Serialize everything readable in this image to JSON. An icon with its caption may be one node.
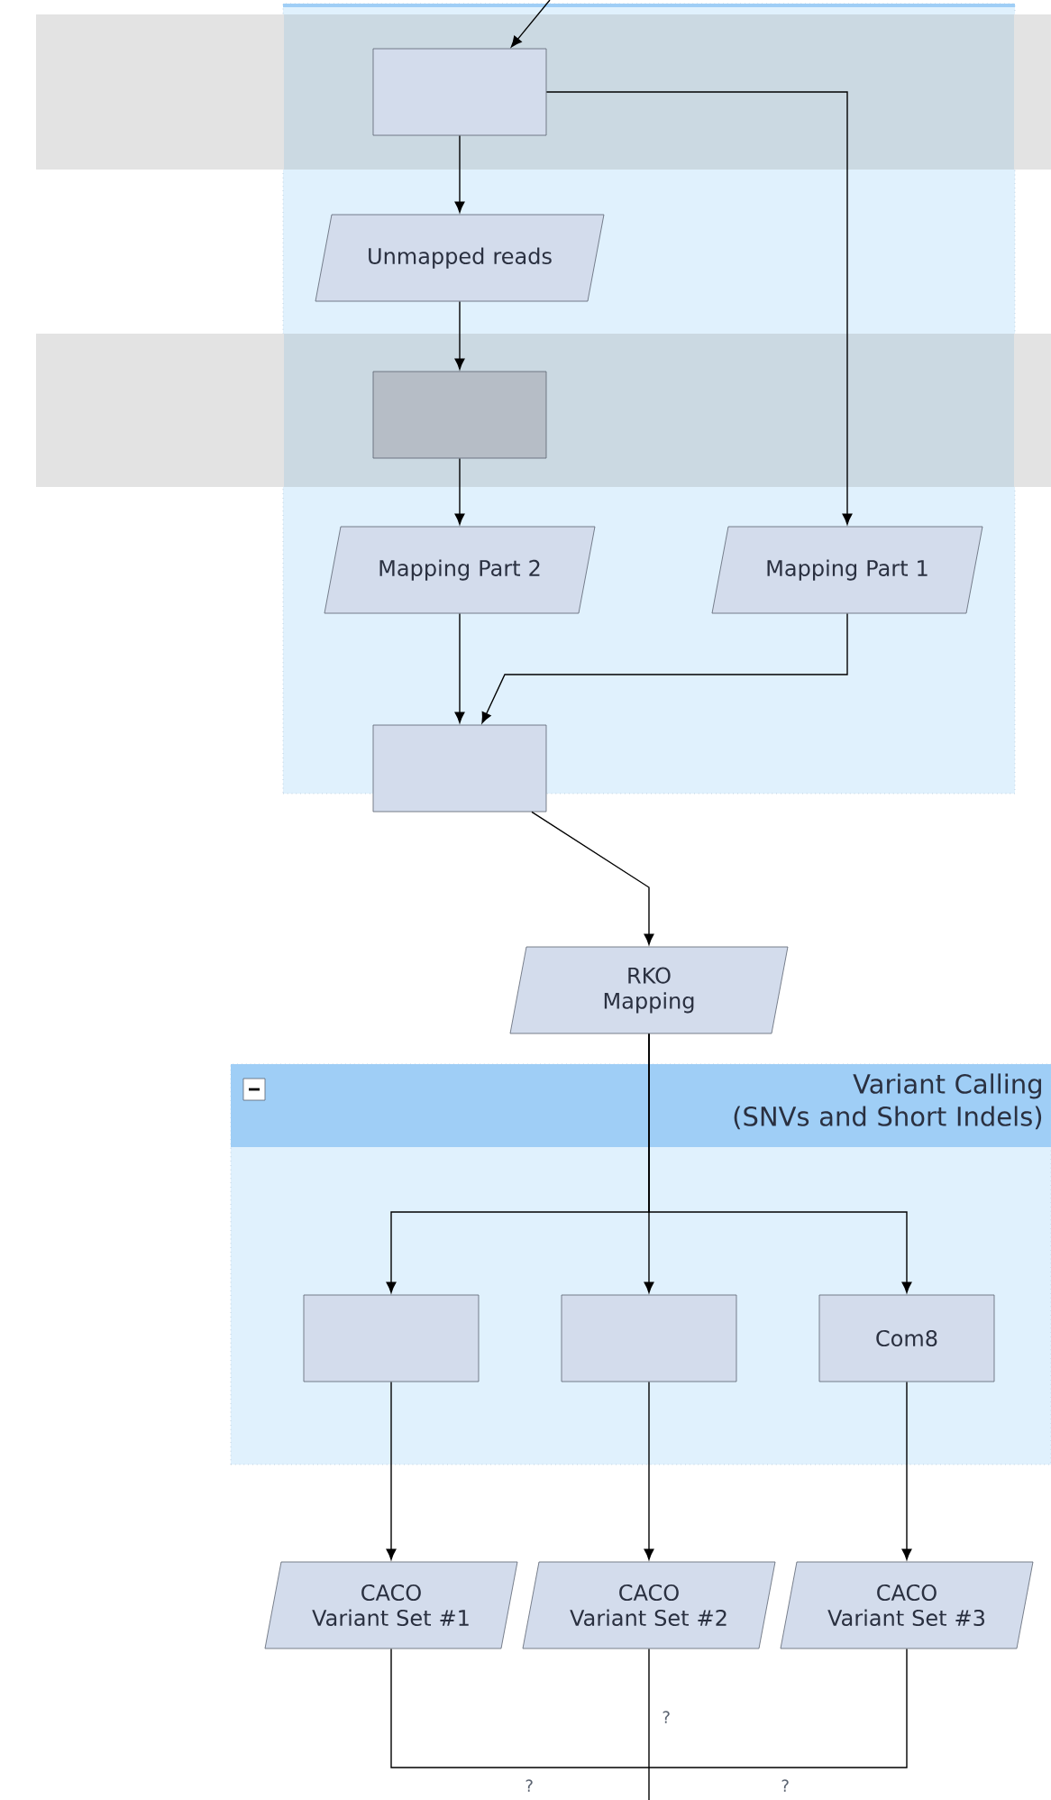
{
  "diagram": {
    "nodes": [
      {
        "text": [],
        "shape": "box"
      },
      {
        "text": [],
        "shape": "box",
        "in": 0
      },
      {
        "text": [
          "Unmapped reads"
        ],
        "in": 0
      },
      {
        "text": [],
        "shape": "box",
        "in": 0
      },
      {
        "text": [
          "Mapping Part 2"
        ],
        "in": 0
      },
      {
        "text": [
          "Mapping Part 1"
        ],
        "in": 0
      },
      {
        "text": [],
        "shape": "box",
        "in": 0
      },
      {
        "text": [
          "RKO Mapping"
        ]
      },
      {
        "text": [
          "Variant Calling (SNVs and Short Indels)"
        ]
      },
      {
        "text": [],
        "shape": "box",
        "in": 8
      },
      {
        "text": [],
        "shape": "box",
        "in": 8
      },
      {
        "text": [
          "Com8"
        ],
        "in": 8
      },
      {
        "text": [
          "CACO Variant Set #1"
        ]
      },
      {
        "text": [
          "CACO Variant Set #2"
        ]
      },
      {
        "text": [
          "CACO Variant Set #3"
        ]
      }
    ],
    "edges": [
      {
        "from": null,
        "to": 1,
        "arrow": "to"
      },
      {
        "from": 1,
        "to": 2,
        "arrow": "to"
      },
      {
        "from": 2,
        "to": 3,
        "arrow": "to"
      },
      {
        "from": 3,
        "to": 4,
        "arrow": "to"
      },
      {
        "from": 1,
        "to": 5,
        "arrow": "to"
      },
      {
        "from": 4,
        "to": 6,
        "arrow": "to"
      },
      {
        "from": 5,
        "to": 6,
        "arrow": "to"
      },
      {
        "from": 6,
        "to": 7,
        "arrow": "to"
      },
      {
        "from": 7,
        "to": 9,
        "arrow": "to"
      },
      {
        "from": 7,
        "to": 10,
        "arrow": "to"
      },
      {
        "from": 7,
        "to": 11,
        "arrow": "to"
      },
      {
        "from": 9,
        "to": 12,
        "arrow": "to"
      },
      {
        "from": 10,
        "to": 13,
        "arrow": "to"
      },
      {
        "from": 11,
        "to": 14,
        "arrow": "to"
      },
      {
        "from": 12,
        "to": null,
        "arrow": "none",
        "label": "?"
      },
      {
        "from": 13,
        "to": null,
        "arrow": "none",
        "label": "?"
      },
      {
        "from": 14,
        "to": null,
        "arrow": "none",
        "label": "?"
      }
    ]
  }
}
